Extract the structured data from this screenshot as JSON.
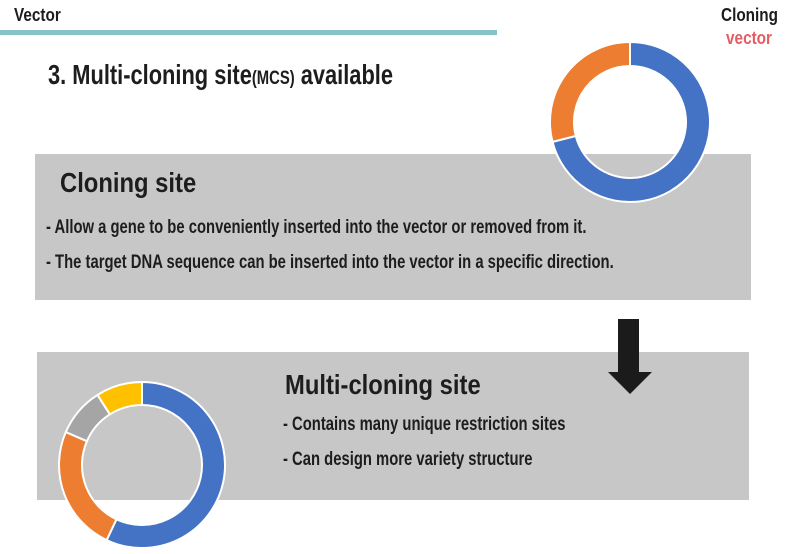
{
  "header": {
    "section_label": "Vector",
    "corner_label_top": "Cloning",
    "corner_label_bottom": "vector"
  },
  "title": {
    "prefix": "3. Multi-cloning site",
    "mcs": "(MCS)",
    "suffix": " available"
  },
  "boxes": [
    {
      "heading": "Cloning site",
      "bullets": [
        "- Allow a gene to be conveniently inserted into the vector or removed from it.",
        "- The target DNA sequence can be inserted into the vector in a specific direction."
      ]
    },
    {
      "heading": "Multi-cloning site",
      "bullets": [
        "- Contains many unique restriction sites",
        "- Can design more variety structure"
      ]
    }
  ],
  "chart_data": [
    {
      "type": "pie",
      "subtype": "donut",
      "name": "cloning-vector-plasmid",
      "description": "plasmid ring with single cloning site, segments clockwise from top",
      "start_angle_deg": 0,
      "legend": false,
      "segments": [
        {
          "color": "#4472C4",
          "value": 71
        },
        {
          "color": "#ED7D31",
          "value": 29
        }
      ]
    },
    {
      "type": "pie",
      "subtype": "donut",
      "name": "multi-cloning-site-plasmid",
      "description": "plasmid ring with multiple sites, segments clockwise from top",
      "start_angle_deg": 0,
      "legend": false,
      "segments": [
        {
          "color": "#4472C4",
          "value": 57
        },
        {
          "color": "#ED7D31",
          "value": 24.5
        },
        {
          "color": "#A5A5A5",
          "value": 9.5
        },
        {
          "color": "#FFC000",
          "value": 9
        }
      ]
    }
  ],
  "colors": {
    "accent_line": "#87C2C7",
    "vector_red": "#E35D63",
    "box_bg": "#C7C7C7",
    "arrow": "#1B1B1B",
    "text": "#1D1D1D",
    "segment_border": "#FFFFFF"
  }
}
